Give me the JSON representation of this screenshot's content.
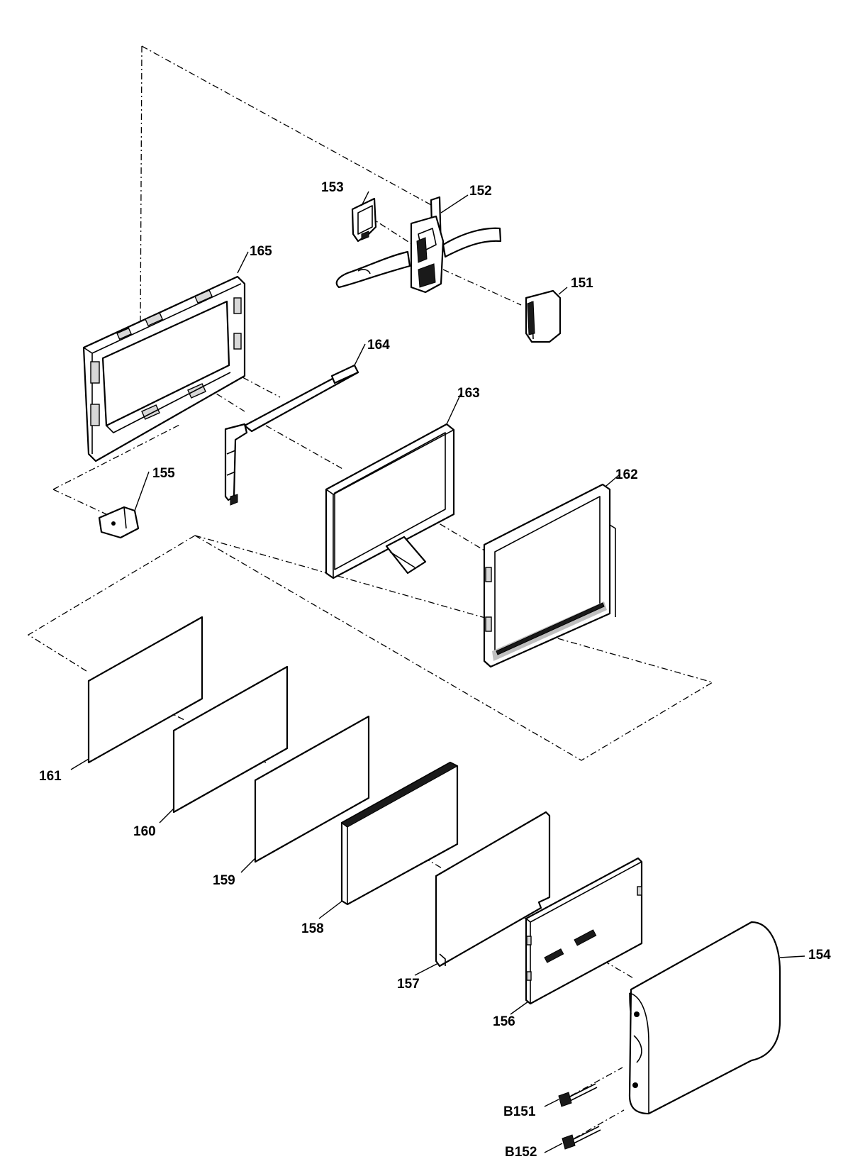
{
  "labels": {
    "p151": "151",
    "p152": "152",
    "p153": "153",
    "p154": "154",
    "p155": "155",
    "p156": "156",
    "p157": "157",
    "p158": "158",
    "p159": "159",
    "p160": "160",
    "p161": "161",
    "p162": "162",
    "p163": "163",
    "p164": "164",
    "p165": "165",
    "b151": "B151",
    "b152": "B152"
  }
}
